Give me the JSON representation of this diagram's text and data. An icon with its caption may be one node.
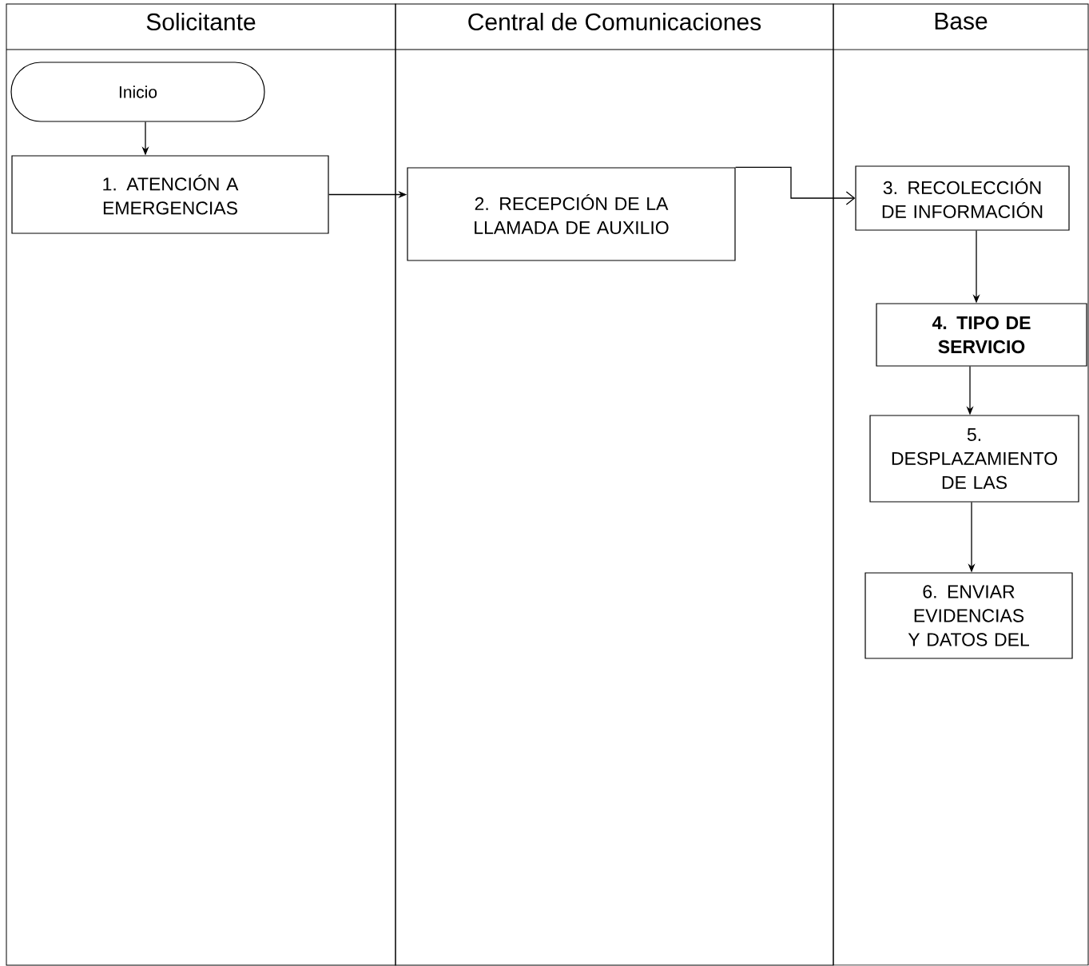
{
  "diagram": {
    "nodes": [
      {
        "text": [
          "Solicitante"
        ]
      },
      {
        "text": [
          "Central de Comunicaciones"
        ]
      },
      {
        "text": [
          "Base"
        ]
      },
      {
        "text": [
          "Inicio"
        ],
        "in": 0
      },
      {
        "text": [
          "1. ATENCIÓN A EMERGENCIAS"
        ],
        "in": 0
      },
      {
        "text": [
          "2. RECEPCIÓN DE LA LLAMADA DE AUXILIO"
        ],
        "in": 1
      },
      {
        "text": [
          "3. RECOLECCIÓN DE INFORMACIÓN"
        ],
        "in": 2
      },
      {
        "text": [
          "4. TIPO DE SERVICIO"
        ],
        "in": 2
      },
      {
        "text": [
          "5. DESPLAZAMIENTO DE LAS"
        ],
        "in": 2
      },
      {
        "text": [
          "6. ENVIAR EVIDENCIAS Y DATOS DEL"
        ],
        "in": 2
      }
    ],
    "edges": [
      {
        "from": 3,
        "to": 4,
        "arrow": "to"
      },
      {
        "from": 4,
        "to": 5,
        "arrow": "to"
      },
      {
        "from": 5,
        "to": 6,
        "arrow": "to"
      },
      {
        "from": 6,
        "to": 7,
        "arrow": "to"
      },
      {
        "from": 7,
        "to": 8,
        "arrow": "to"
      },
      {
        "from": 8,
        "to": 9,
        "arrow": "to"
      }
    ]
  }
}
